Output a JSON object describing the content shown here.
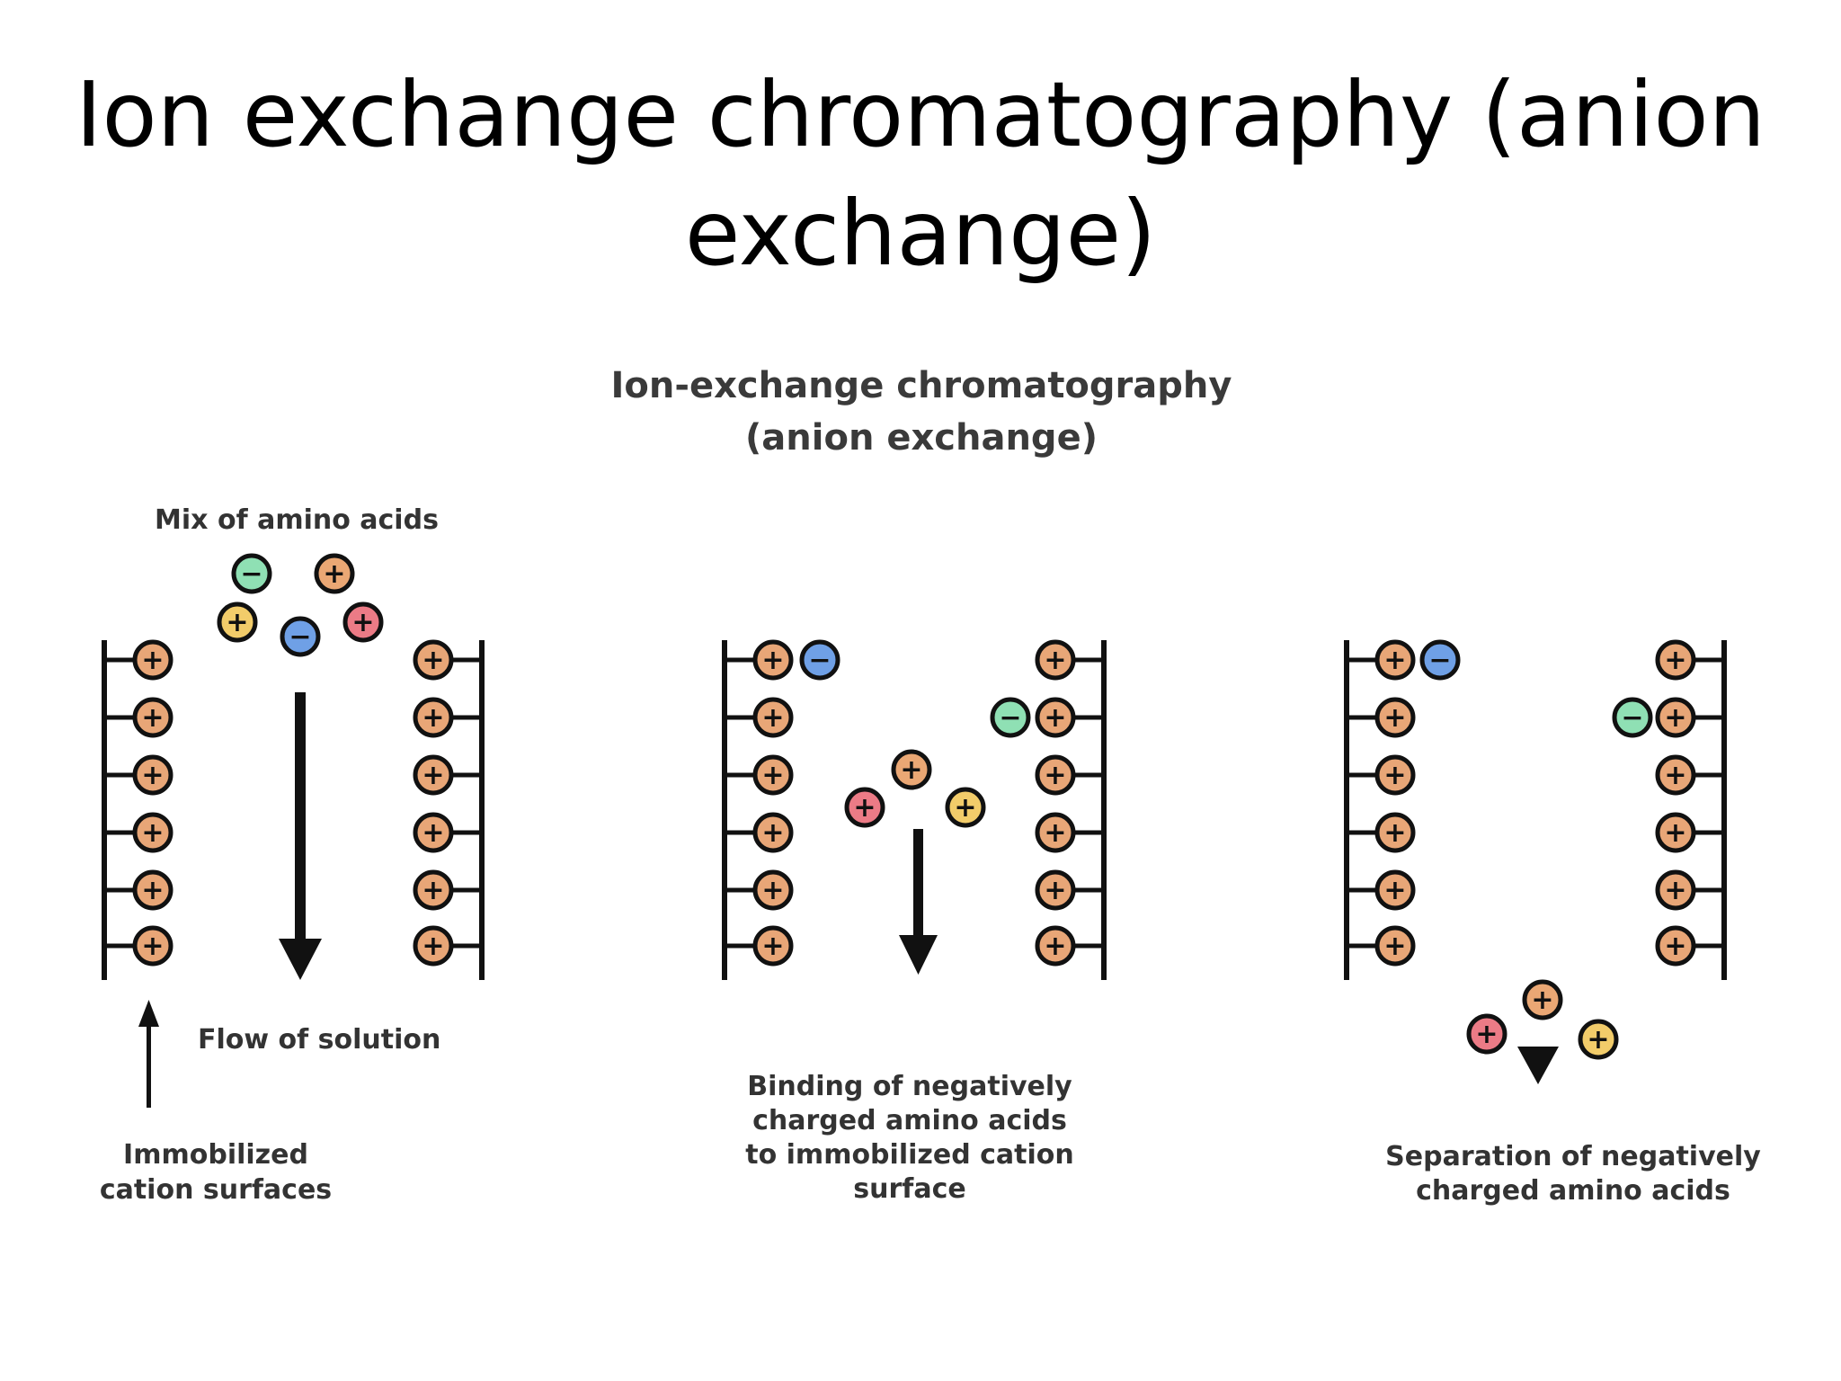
{
  "slide": {
    "title_line1": "Ion exchange chromatography (anion",
    "title_line2": "exchange)"
  },
  "figure": {
    "title_line1": "Ion-exchange chromatography",
    "title_line2": "(anion exchange)",
    "panels": [
      {
        "top_label": "Mix of amino acids",
        "flow_label": "Flow of solution",
        "caption": [
          "Immobilized",
          "cation surfaces"
        ]
      },
      {
        "caption": [
          "Binding of negatively",
          "charged amino acids",
          "to immobilized cation",
          "surface"
        ]
      },
      {
        "caption": [
          "Separation of negatively",
          "charged amino acids"
        ]
      }
    ]
  },
  "colors": {
    "cation_bead": "#e8a677",
    "neg_green": "#8fe0b4",
    "neg_blue": "#6fa0e6",
    "pos_yellow": "#f2cc6a",
    "pos_red": "#ec7b86",
    "pos_orange": "#eaa774",
    "line": "#111111"
  },
  "symbols": {
    "plus": "+",
    "minus": "−"
  }
}
